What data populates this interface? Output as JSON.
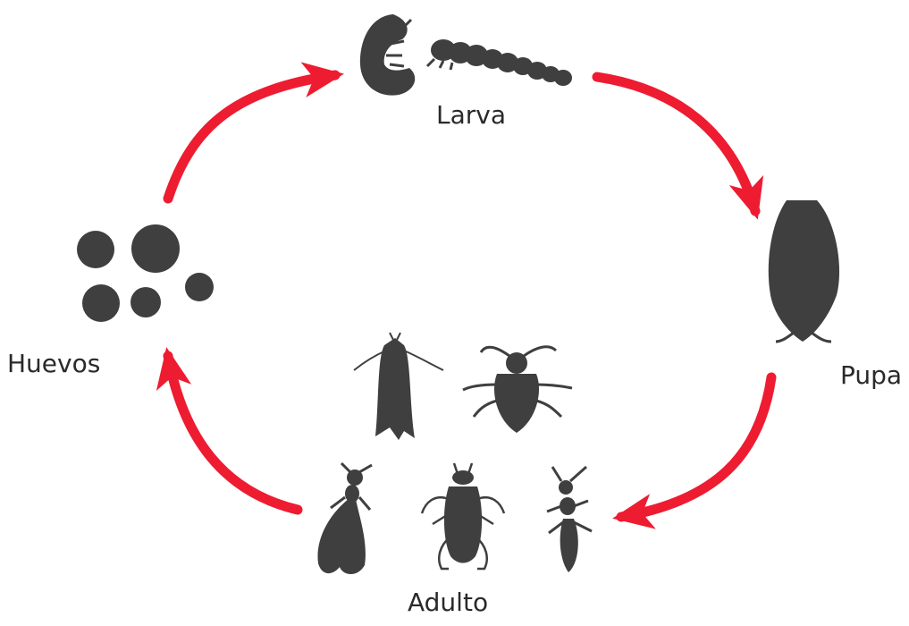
{
  "stages": {
    "larva": "Larva",
    "pupa": "Pupa",
    "huevos": "Huevos",
    "adulto": "Adulto"
  },
  "colors": {
    "arrow": "#ee1c31",
    "silhouette": "#3f3f3f",
    "background": "#ffffff"
  },
  "icons": {
    "larva": [
      "grub-larva-icon",
      "caterpillar-icon"
    ],
    "pupa": "pupa-cocoon-icon",
    "huevos": "eggs-icon",
    "adulto": [
      "moth-icon",
      "aphid-icon",
      "winged-termite-icon",
      "beetle-icon",
      "ant-icon"
    ]
  }
}
